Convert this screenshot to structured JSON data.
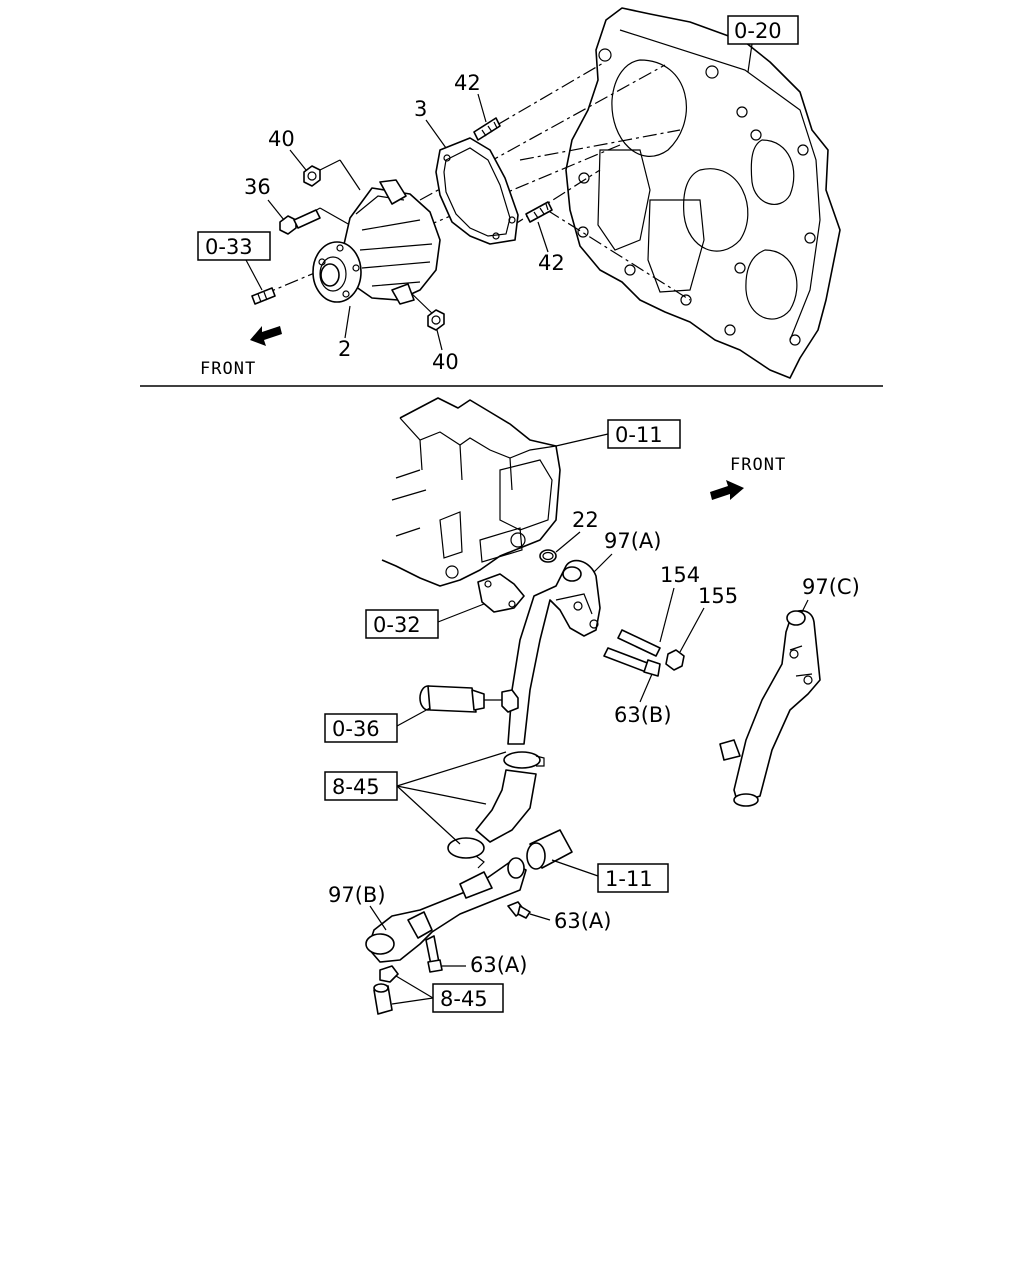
{
  "top": {
    "ref_boxes": {
      "r0_20": "0-20",
      "r0_33": "0-33"
    },
    "labels": {
      "n42a": "42",
      "n3": "3",
      "n40a": "40",
      "n36": "36",
      "n42b": "42",
      "n2": "2",
      "n40b": "40"
    },
    "front": "FRONT"
  },
  "bottom": {
    "ref_boxes": {
      "r0_11": "0-11",
      "r0_32": "0-32",
      "r0_36": "0-36",
      "r8_45a": "8-45",
      "r1_11": "1-11",
      "r8_45b": "8-45"
    },
    "labels": {
      "n22": "22",
      "n97a": "97(A)",
      "n154": "154",
      "n155": "155",
      "n97c": "97(C)",
      "n63b": "63(B)",
      "n97b": "97(B)",
      "n63a1": "63(A)",
      "n63a2": "63(A)"
    },
    "front": "FRONT"
  },
  "colors": {
    "ink": "#000000",
    "paper": "#ffffff"
  }
}
